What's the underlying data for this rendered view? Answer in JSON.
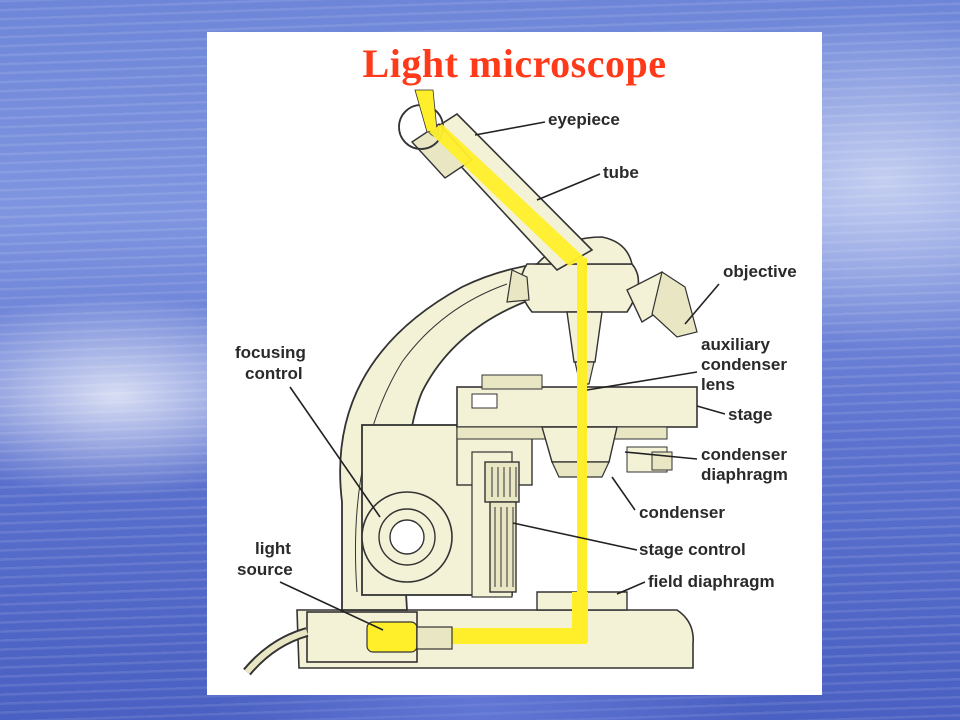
{
  "slide": {
    "title": "Light microscope"
  },
  "labels": {
    "eyepiece": "eyepiece",
    "tube": "tube",
    "objective": "objective",
    "auxiliary_condenser_lens": [
      "auxiliary",
      "condenser",
      "lens"
    ],
    "stage": "stage",
    "condenser_diaphragm": [
      "condenser",
      "diaphragm"
    ],
    "condenser": "condenser",
    "stage_control": "stage control",
    "field_diaphragm": "field diaphragm",
    "focusing_control": [
      "focusing",
      "control"
    ],
    "light_source": [
      "light",
      "source"
    ]
  },
  "colors": {
    "title": "#ff3a1a",
    "body": "#f4f2d6",
    "light_path": "#ffef2a",
    "outline": "#333333",
    "background_panel": "#ffffff"
  }
}
